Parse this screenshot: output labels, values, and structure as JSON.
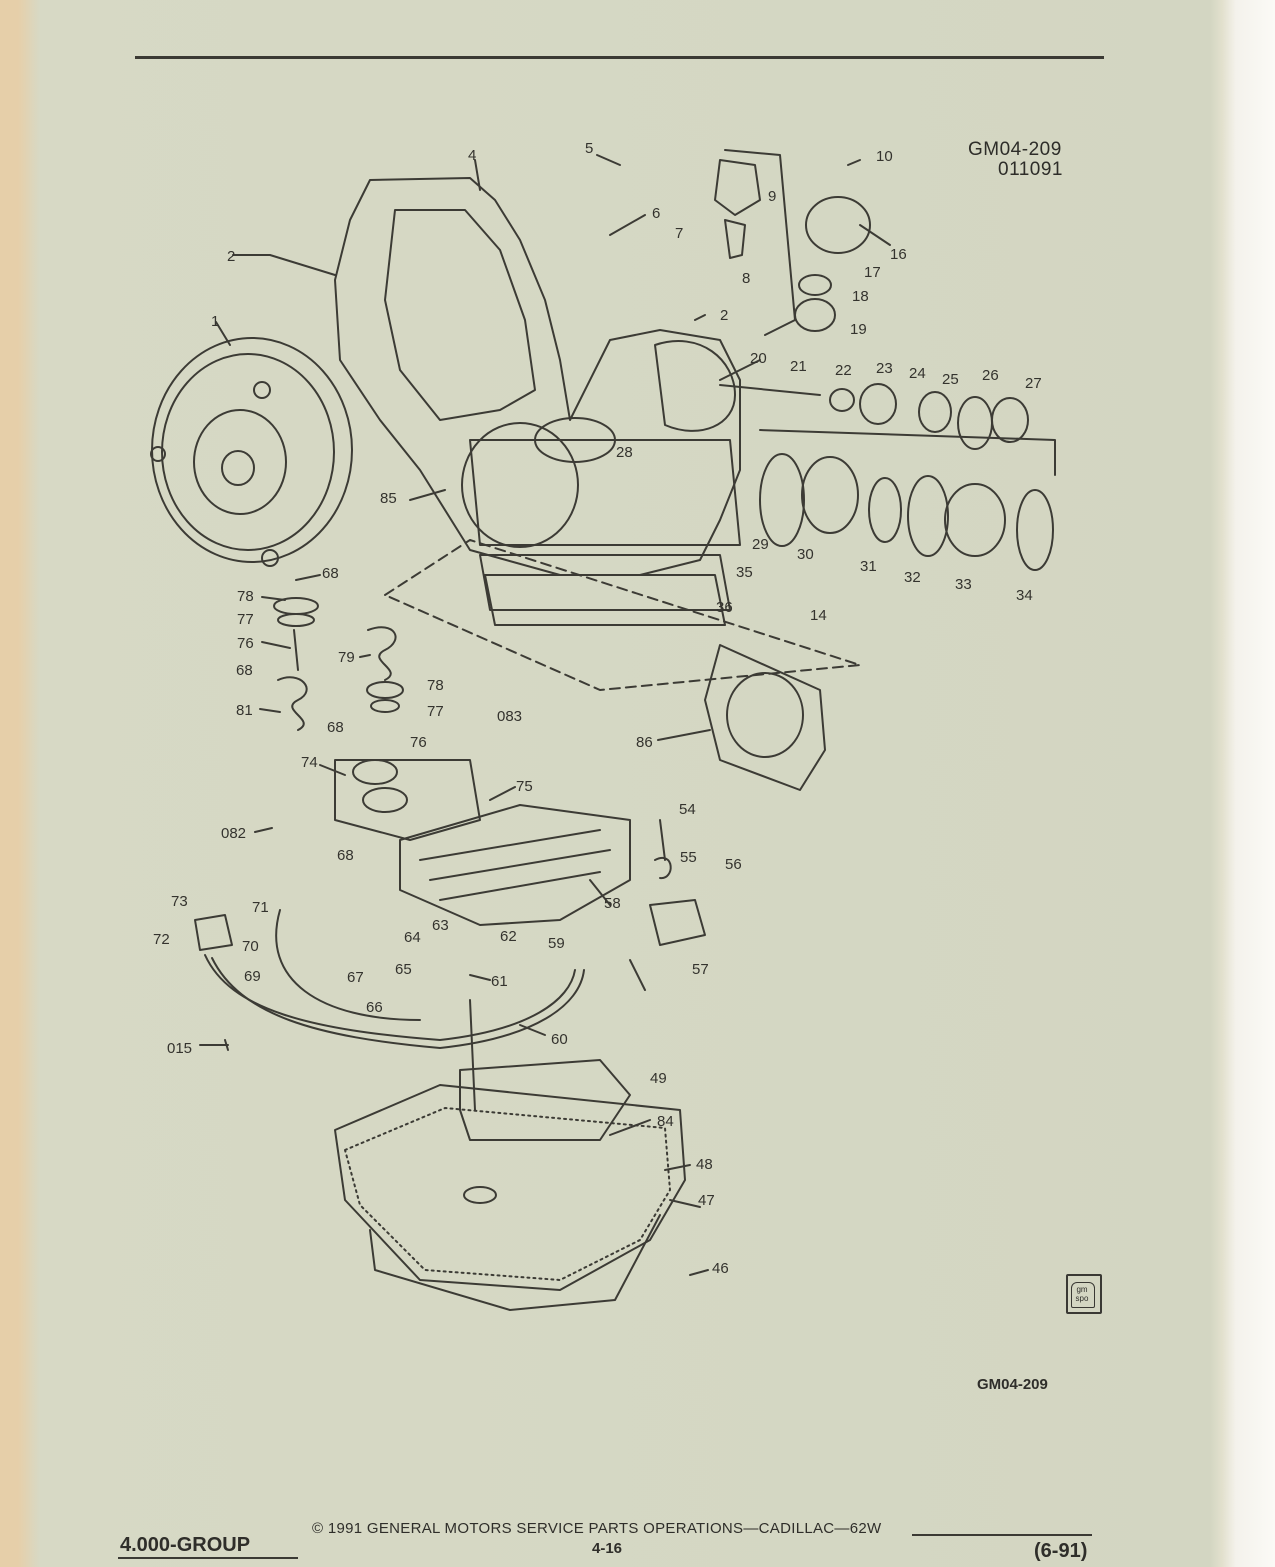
{
  "header": {
    "figure_id": "GM04-209",
    "figure_date": "011091"
  },
  "figure_id_bottom": "GM04-209",
  "logo_text": [
    "gm",
    "spo"
  ],
  "callouts": [
    "1",
    "2",
    "2",
    "4",
    "5",
    "6",
    "7",
    "8",
    "9",
    "10",
    "14",
    "16",
    "17",
    "18",
    "19",
    "20",
    "21",
    "22",
    "23",
    "24",
    "25",
    "26",
    "27",
    "28",
    "29",
    "30",
    "31",
    "32",
    "33",
    "34",
    "35",
    "36",
    "46",
    "47",
    "48",
    "49",
    "54",
    "55",
    "56",
    "57",
    "58",
    "59",
    "60",
    "61",
    "62",
    "63",
    "64",
    "65",
    "66",
    "67",
    "68",
    "68",
    "68",
    "68",
    "69",
    "70",
    "71",
    "72",
    "73",
    "74",
    "75",
    "76",
    "76",
    "77",
    "77",
    "78",
    "78",
    "79",
    "81",
    "082",
    "083",
    "84",
    "85",
    "86",
    "015"
  ],
  "footer": {
    "group": "4.000-GROUP",
    "copyright": "©  1991  GENERAL MOTORS SERVICE PARTS OPERATIONS—CADILLAC—62W",
    "page": "4-16",
    "date": "(6-91)"
  }
}
